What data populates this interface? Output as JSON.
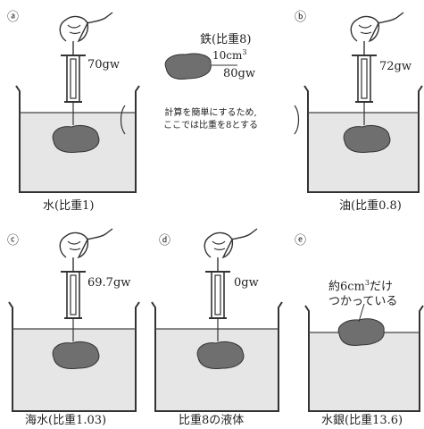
{
  "panels": [
    {
      "marker": "ⓐ",
      "reading": "70gw",
      "liquid": "水(比重1)"
    },
    {
      "marker": "ⓑ",
      "reading": "72gw",
      "liquid": "油(比重0.8)"
    },
    {
      "marker": "ⓒ",
      "reading": "69.7gw",
      "liquid": "海水(比重1.03)"
    },
    {
      "marker": "ⓓ",
      "reading": "0gw",
      "liquid": "比重8の液体"
    },
    {
      "marker": "ⓔ",
      "reading": "",
      "liquid": "水銀(比重13.6)"
    }
  ],
  "iron": {
    "title": "鉄(比重8)",
    "volume": "10cm",
    "volume_sup": "3",
    "weight": "80gw",
    "note_line1": "計算を簡単にするため,",
    "note_line2": "ここでは比重を8とする"
  },
  "mercury_note": {
    "line1": "約6cm",
    "line1_sup": "3",
    "line1_tail": "だけ",
    "line2": "つかっている"
  },
  "colors": {
    "liquid": "#e4e4e4",
    "stone": "#6f6f6f",
    "line": "#333333"
  }
}
